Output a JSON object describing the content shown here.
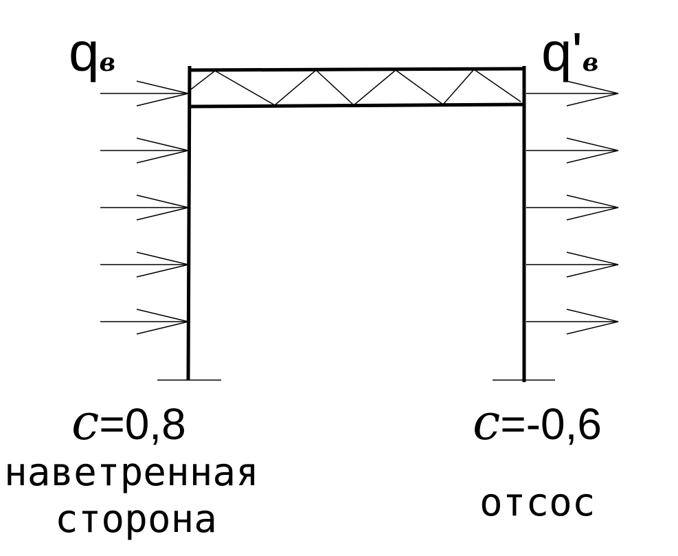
{
  "labels": {
    "q_left_main": "q",
    "q_left_sub": "в",
    "q_right_main": "q'",
    "q_right_sub": "в",
    "c_symbol_left": "c",
    "c_left_value": "=0,8",
    "c_symbol_right": "c",
    "c_right_value": "=-0,6",
    "left_caption_line1": "наветренная",
    "left_caption_line2": "сторона",
    "right_caption": "отсос"
  },
  "arrows": {
    "left_count": 5,
    "right_count": 5
  },
  "truss": {
    "panels": 4
  },
  "colors": {
    "line": "#000000",
    "background": "#ffffff"
  }
}
